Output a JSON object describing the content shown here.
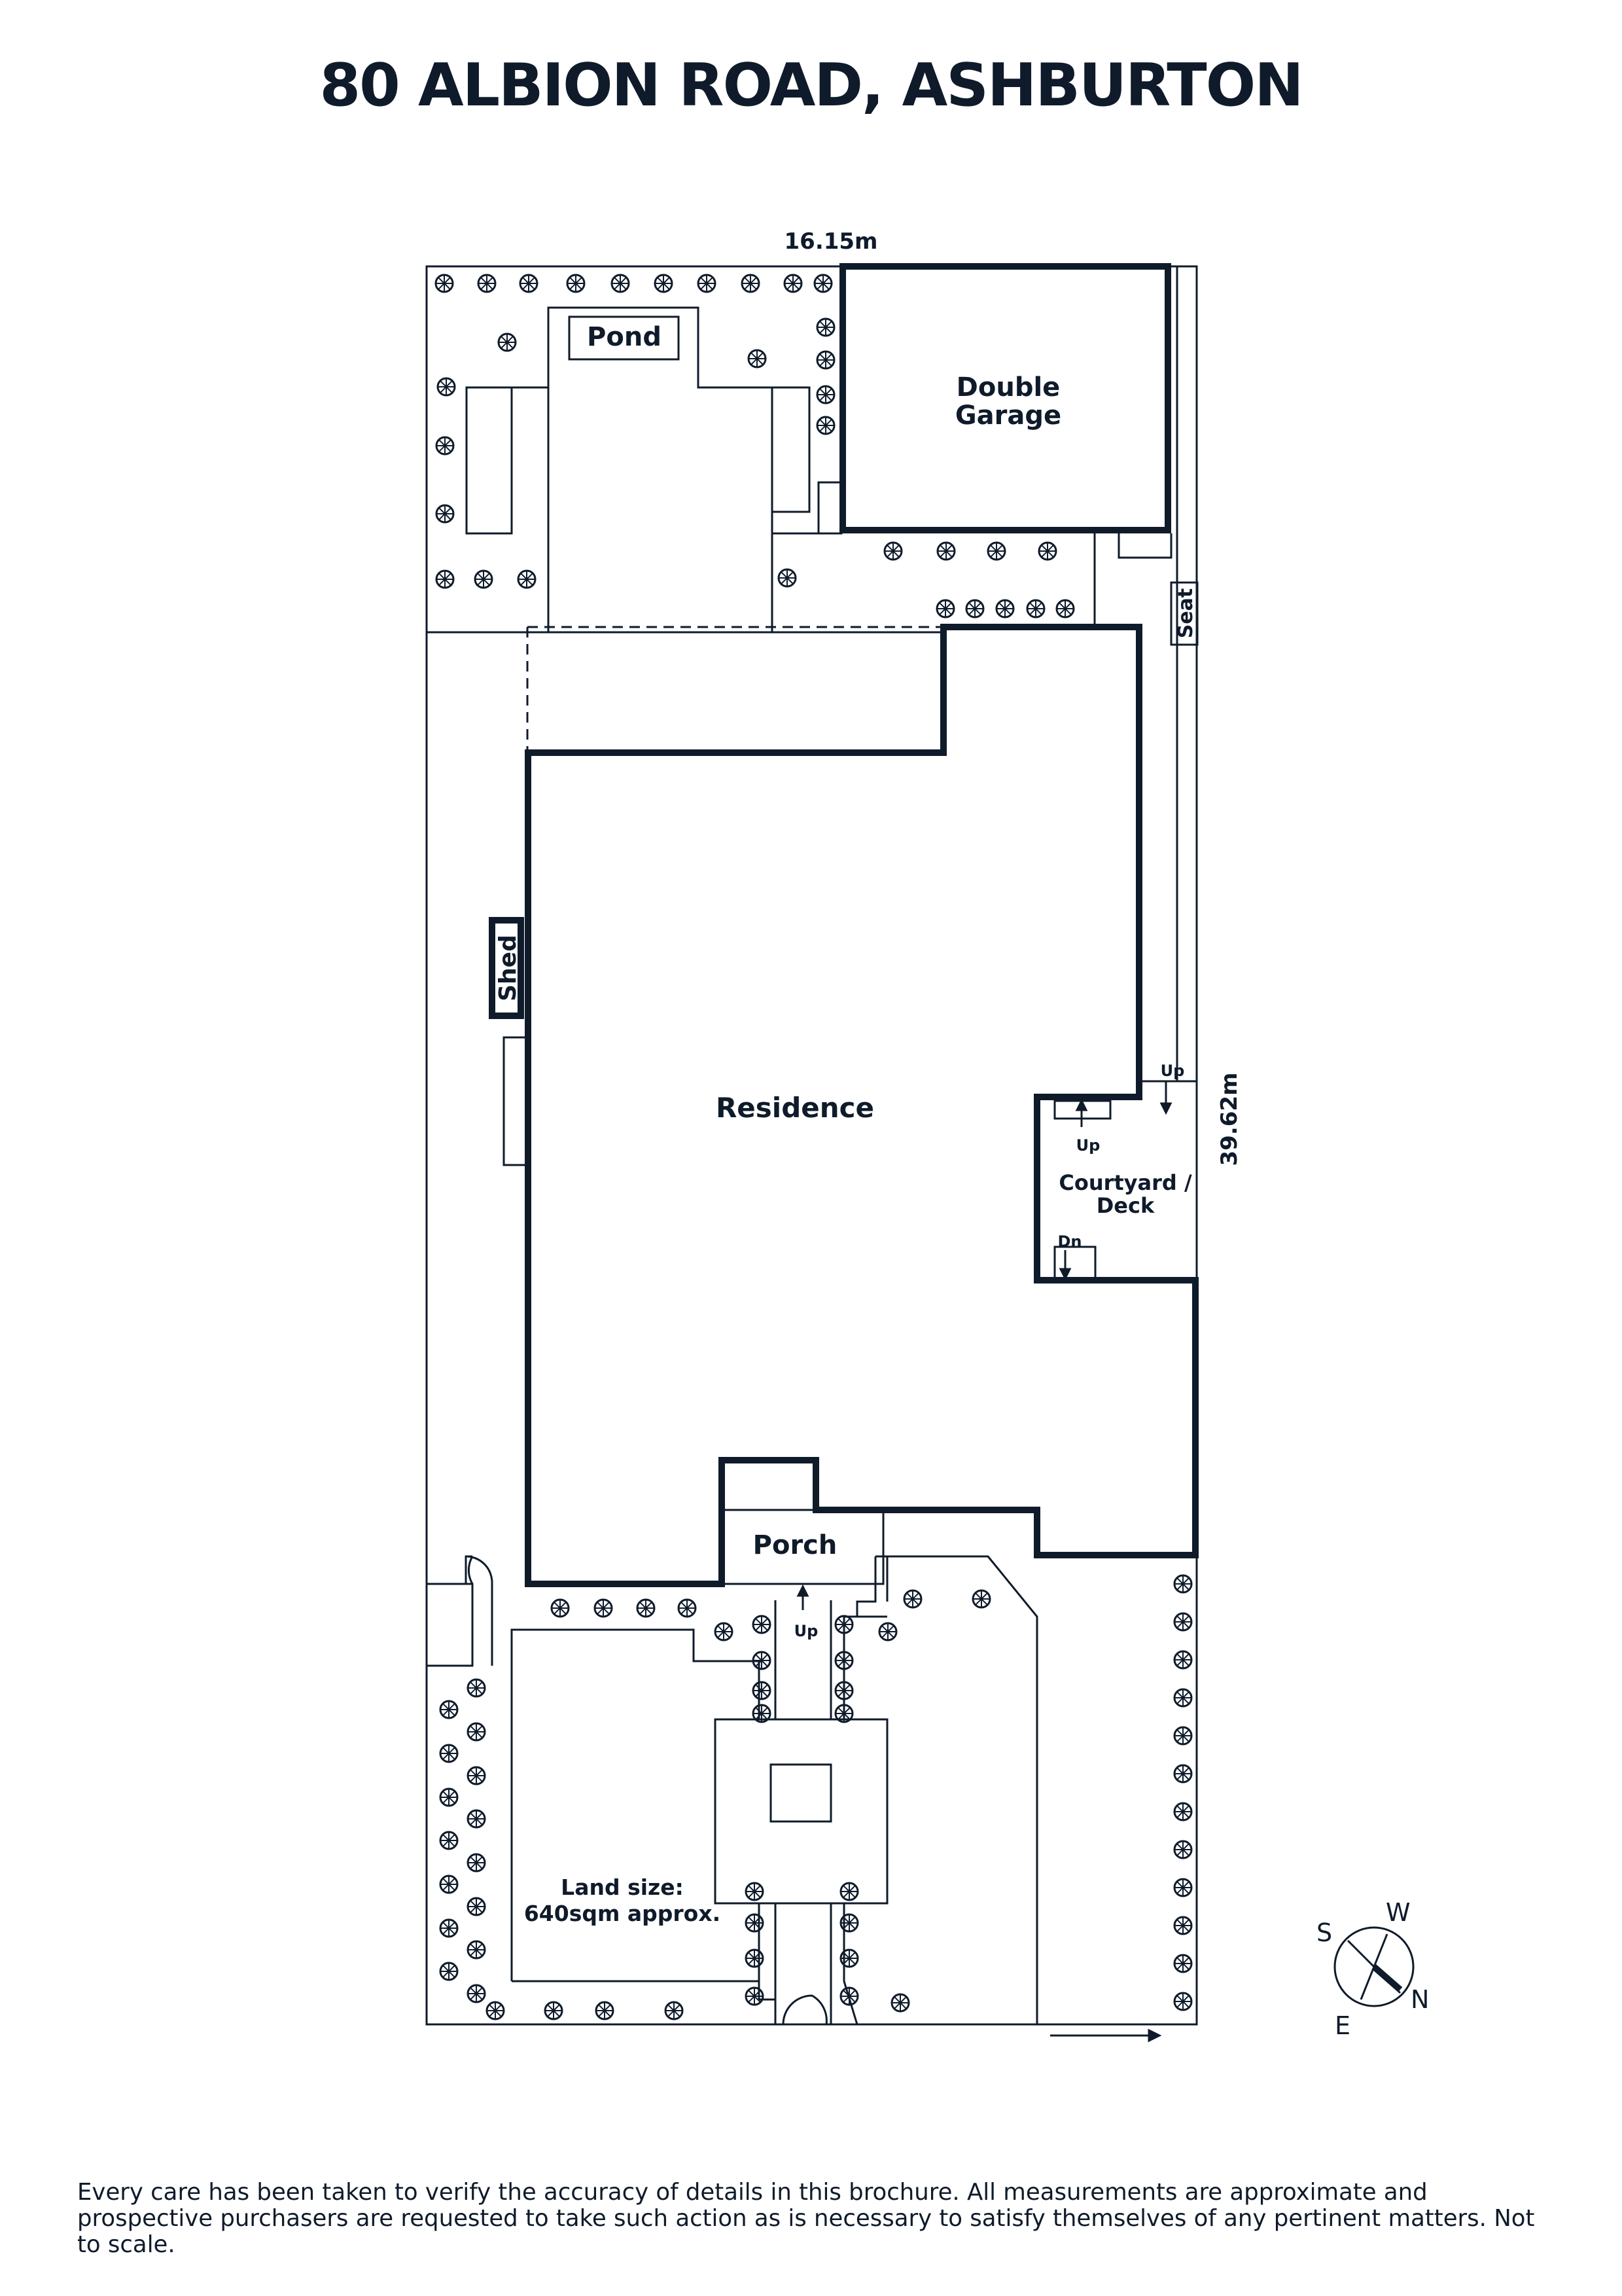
{
  "title": "80 ALBION ROAD, ASHBURTON",
  "dimensions": {
    "width_label": "16.15m",
    "depth_label": "39.62m"
  },
  "rooms": {
    "pond": "Pond",
    "garage_line1": "Double",
    "garage_line2": "Garage",
    "seat": "Seat",
    "shed": "Shed",
    "residence": "Residence",
    "courtyard_line1": "Courtyard /",
    "courtyard_line2": "Deck",
    "porch": "Porch"
  },
  "stairs": {
    "up": "Up",
    "dn": "Dn"
  },
  "land": {
    "line1": "Land size:",
    "line2": "640sqm approx."
  },
  "compass": {
    "s": "S",
    "w": "W",
    "n": "N",
    "e": "E"
  },
  "disclaimer": "Every care has been taken to verify the accuracy of details in this brochure. All measurements are approximate and prospective purchasers are requested to take such action as is necessary to satisfy themselves of any pertinent matters. Not to scale.",
  "colors": {
    "ink": "#0f1b2a",
    "background": "#ffffff"
  }
}
